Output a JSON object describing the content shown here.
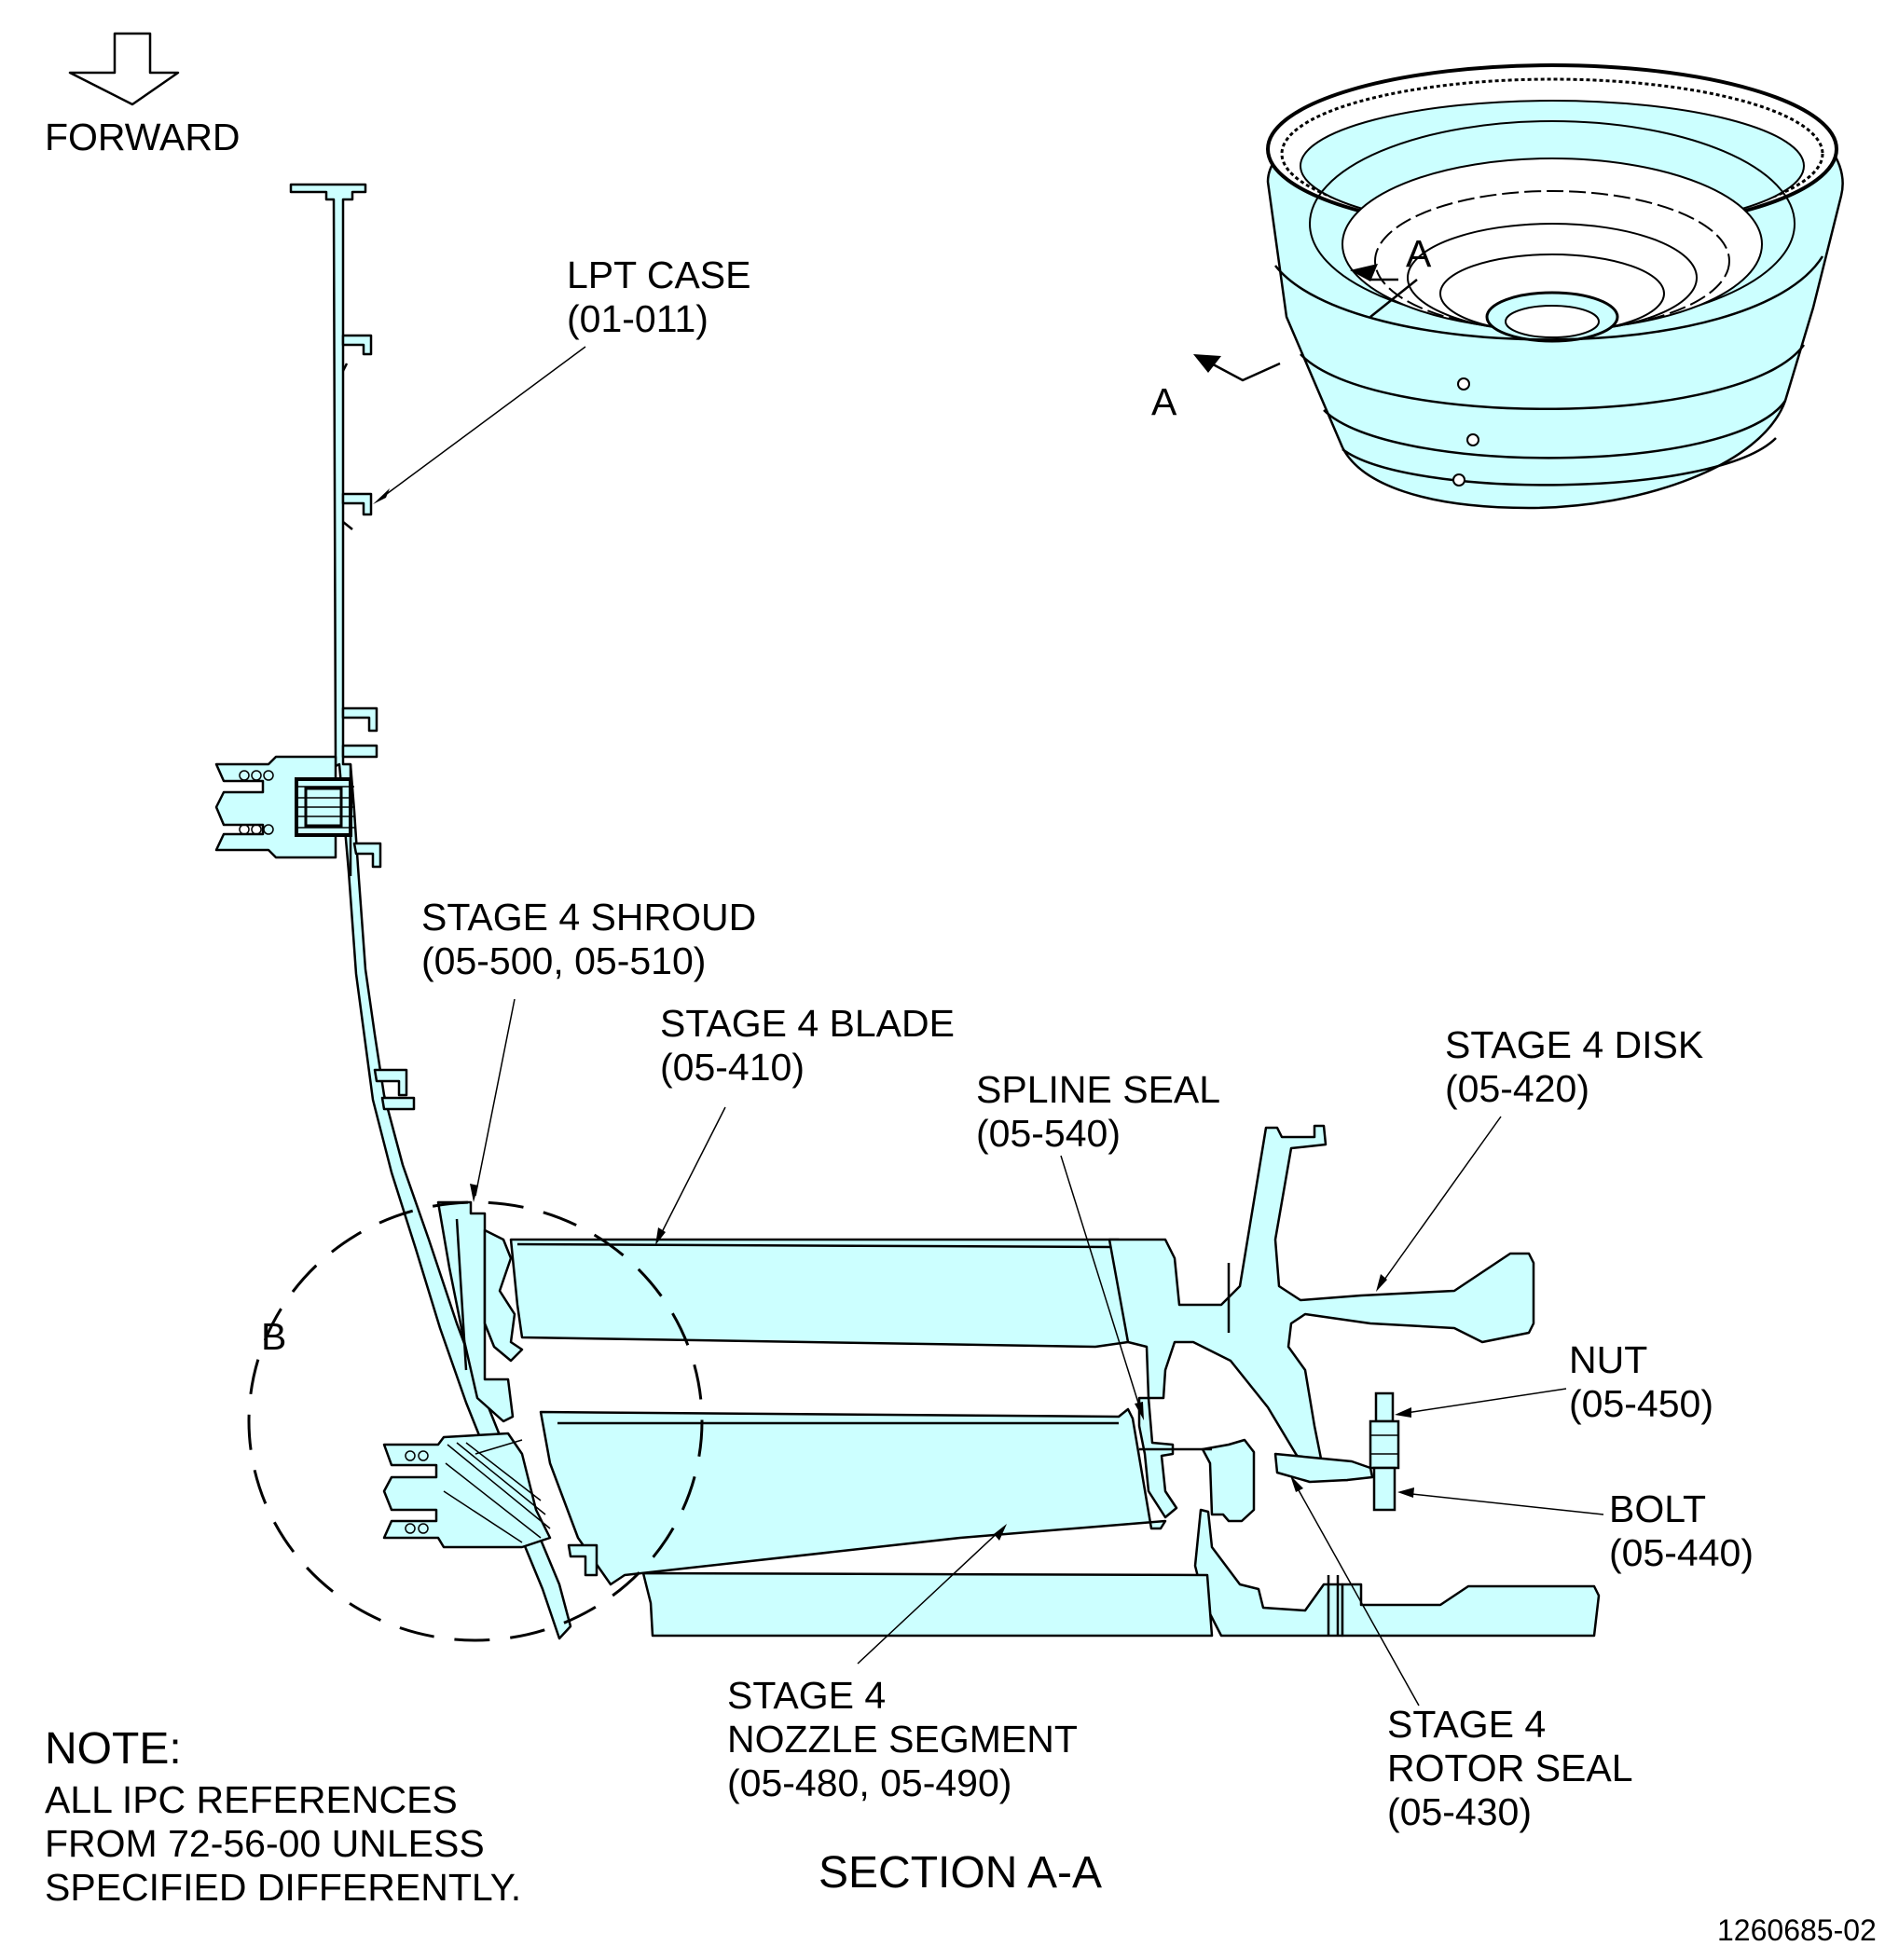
{
  "forward_label": "FORWARD",
  "view_letter": "A",
  "detail_letter": "B",
  "labels": {
    "lpt_case": [
      "LPT CASE",
      "(01-011)"
    ],
    "stage4_shroud": [
      "STAGE 4 SHROUD",
      "(05-500, 05-510)"
    ],
    "stage4_blade": [
      "STAGE 4 BLADE",
      "(05-410)"
    ],
    "spline_seal": [
      "SPLINE SEAL",
      "(05-540)"
    ],
    "stage4_disk": [
      "STAGE 4 DISK",
      "(05-420)"
    ],
    "nut": [
      "NUT",
      "(05-450)"
    ],
    "bolt": [
      "BOLT",
      "(05-440)"
    ],
    "stage4_nozzle": [
      "STAGE 4",
      "NOZZLE SEGMENT",
      "(05-480, 05-490)"
    ],
    "stage4_rotor_seal": [
      "STAGE 4",
      "ROTOR SEAL",
      "(05-430)"
    ]
  },
  "note": {
    "title": "NOTE:",
    "lines": [
      "ALL IPC REFERENCES",
      "FROM 72-56-00 UNLESS",
      "SPECIFIED DIFFERENTLY."
    ]
  },
  "section_title": "SECTION A-A",
  "figure_id": "1260685-02",
  "colors": {
    "part_fill": "#ccffff",
    "line": "#000000"
  }
}
